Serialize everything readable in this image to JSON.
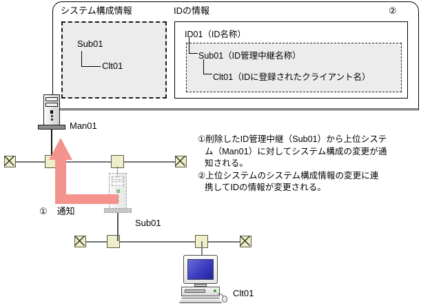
{
  "diagram": {
    "title_note": "ID management relay deletion notification diagram",
    "panel": {
      "sysconf_title": "システム構成情報",
      "idinfo_title": "IDの情報",
      "marker": "②",
      "sysconf_tree": {
        "parent": "Sub01",
        "child": "Clt01"
      },
      "idinfo_tree": {
        "root": "ID01（ID名称）",
        "relay": "Sub01（ID管理中継名称）",
        "client": "Clt01（IDに登録されたクライアント名）"
      }
    },
    "nodes": {
      "man01_label": "Man01",
      "sub01_label": "Sub01",
      "clt01_label": "Clt01"
    },
    "notify": {
      "number": "①",
      "label": "通知"
    },
    "annotations": [
      "①削除したID管理中継（Sub01）から上位システ",
      "ム（Man01）に対してシステム構成の変更が通",
      "知される。",
      "②上位システムのシステム構成情報の変更に連",
      "携してIDの情報が変更される。"
    ],
    "colors": {
      "arrow": "#F4928D",
      "node_fill": "#EEEEC8",
      "node_stroke": "#5A5A46",
      "panel_fill": "#ECECEC",
      "screen_blue": "#3B3BBF",
      "bus_line": "#707070"
    }
  }
}
